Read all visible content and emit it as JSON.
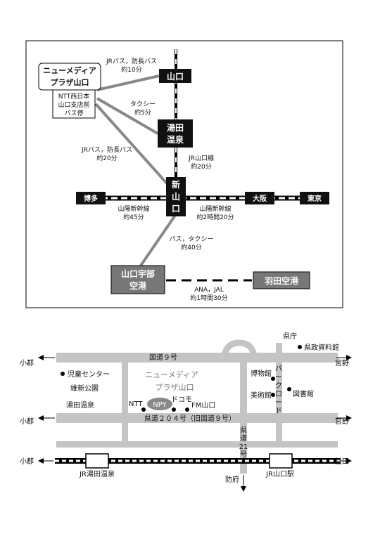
{
  "route_map": {
    "origin_name": [
      "ニューメディア",
      "プラザ山口"
    ],
    "bus_stop": [
      "NTT西日本",
      "山口支店前",
      "バス停"
    ],
    "stations": {
      "yamaguchi": "山口",
      "yuda_onsen": [
        "湯田",
        "温泉"
      ],
      "shin_yamaguchi": [
        "新",
        "山",
        "口"
      ],
      "hakata": "博多",
      "osaka": "大阪",
      "tokyo": "東京",
      "ube_airport": [
        "山口宇部",
        "空港"
      ],
      "haneda_airport": "羽田空港"
    },
    "routes": {
      "to_yamaguchi": [
        "JRバス，防長バス",
        "約10分"
      ],
      "to_yuda": [
        "タクシー",
        "約5分"
      ],
      "to_shin_yamaguchi_bus": [
        "JRバス，防長バス",
        "約20分"
      ],
      "yamaguchi_line": [
        "JR山口線",
        "約20分"
      ],
      "sanyo_west": [
        "山陽新幹線",
        "約45分"
      ],
      "sanyo_east": [
        "山陽新幹線",
        "約2時間20分"
      ],
      "to_airport": [
        "バス，タクシー",
        "約40分"
      ],
      "flight": [
        "ANA，JAL",
        "約1時間30分"
      ]
    }
  },
  "street_map": {
    "kencho": "県庁",
    "kensei_shiryokan": "県政資料館",
    "national_route_9": "国道９号",
    "miyano_top": "宮野",
    "ogori_top": "小郡",
    "jido_center": "児童センター",
    "ishin_park": "維新公園",
    "yuda_onsen": "湯田温泉",
    "plaza_name": [
      "ニューメディア",
      "プラザ山口"
    ],
    "hakubutsukan": "博物館",
    "bijutsukan": "美術館",
    "toshokan": "図書館",
    "park_road": [
      "パ",
      "ー",
      "ク",
      "ロ",
      "ー",
      "ド"
    ],
    "ntt": "NTT",
    "npy": "NPY",
    "docomo": "ドコモ",
    "fm_yamaguchi": "FM山口",
    "prefectural_route_204": "県道２０４号（旧国道９号）",
    "ogori_mid": "小郡",
    "miyano_mid": "宮野",
    "prefectural_route_21": [
      "県",
      "道",
      "21",
      "号"
    ],
    "ogori_bottom": "小郡",
    "masuda": "益田",
    "jr_yuda_onsen": "JR湯田温泉",
    "jr_yamaguchi_station": "JR山口駅",
    "hofu": "防府"
  }
}
